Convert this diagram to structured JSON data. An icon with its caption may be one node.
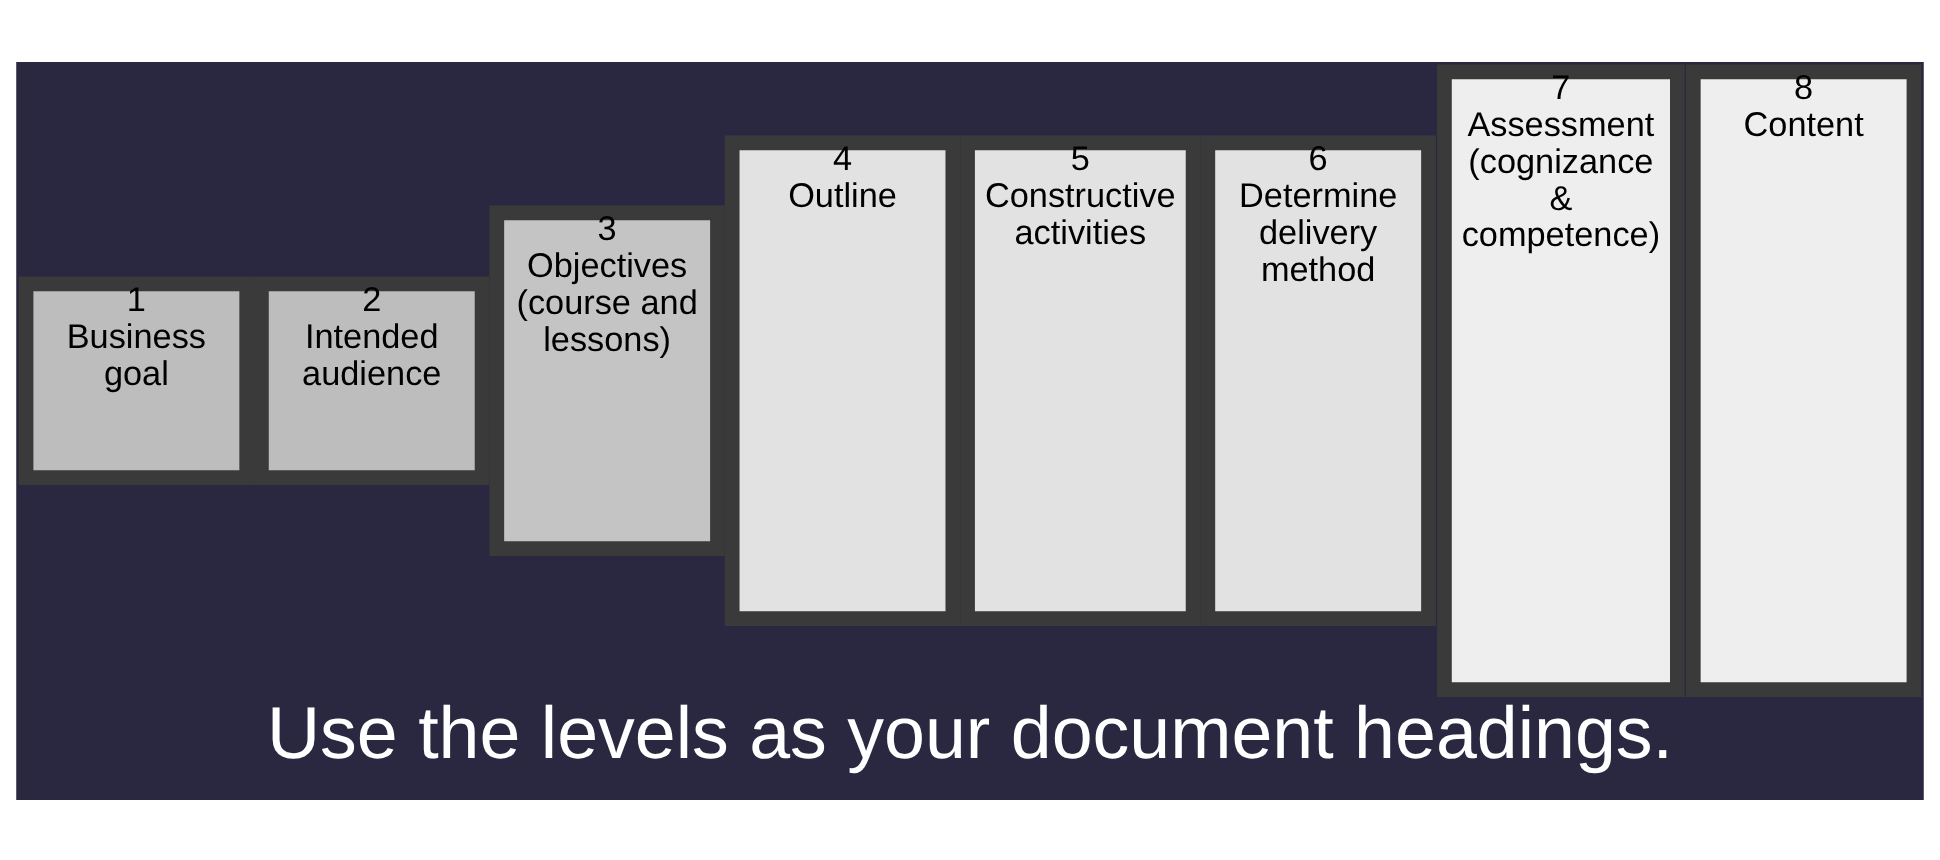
{
  "diagram": {
    "caption": "Use the levels as your document headings.",
    "nodes": [
      {
        "text": [
          "1",
          "Business goal"
        ]
      },
      {
        "text": [
          "2",
          "Intended audience"
        ]
      },
      {
        "text": [
          "3",
          "Objectives (course and lessons)"
        ]
      },
      {
        "text": [
          "4",
          "Outline"
        ]
      },
      {
        "text": [
          "5",
          "Constructive activities"
        ]
      },
      {
        "text": [
          "6",
          "Determine delivery method"
        ]
      },
      {
        "text": [
          "7",
          "Assessment (cognizance & competence)"
        ]
      },
      {
        "text": [
          "8",
          "Content"
        ]
      }
    ],
    "edges": []
  }
}
